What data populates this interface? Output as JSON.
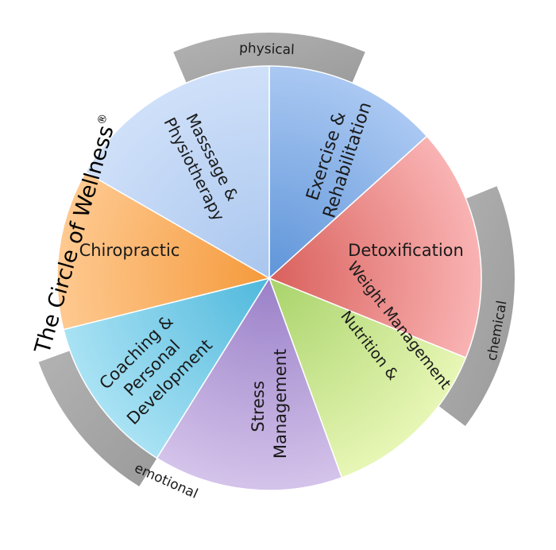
{
  "title": "The Circle of Wellness",
  "title_mark": "®",
  "bands": [
    {
      "key": "physical",
      "label": "physical",
      "color": "#9a9a9a"
    },
    {
      "key": "chemical",
      "label": "chemical",
      "color": "#9a9a9a"
    },
    {
      "key": "emotional",
      "label": "emotional",
      "color": "#9a9a9a"
    }
  ],
  "segments": [
    {
      "key": "exercise",
      "lines": [
        "Exercise &",
        "Rehabilitation"
      ],
      "color_outer": "#aac8f2",
      "color_inner": "#5f95d9"
    },
    {
      "key": "detox",
      "lines": [
        "Detoxification"
      ],
      "color_outer": "#f9b3b3",
      "color_inner": "#d9605c"
    },
    {
      "key": "nutrition",
      "lines": [
        "Nutrition &",
        "Weight Management"
      ],
      "color_outer": "#e7f6b5",
      "color_inner": "#a8d36a"
    },
    {
      "key": "stress",
      "lines": [
        "Stress",
        "Management"
      ],
      "color_outer": "#d4c3ea",
      "color_inner": "#9a80c8"
    },
    {
      "key": "coaching",
      "lines": [
        "Coaching &",
        "Personal",
        "Development"
      ],
      "color_outer": "#a9e2f4",
      "color_inner": "#4fb8dc"
    },
    {
      "key": "chiropractic",
      "lines": [
        "Chiropractic"
      ],
      "color_outer": "#fec990",
      "color_inner": "#f59a3c"
    },
    {
      "key": "massage",
      "lines": [
        "Masssage &",
        "Physiotherapy"
      ],
      "color_outer": "#cfe0f9",
      "color_inner": "#a9c6ee"
    }
  ]
}
